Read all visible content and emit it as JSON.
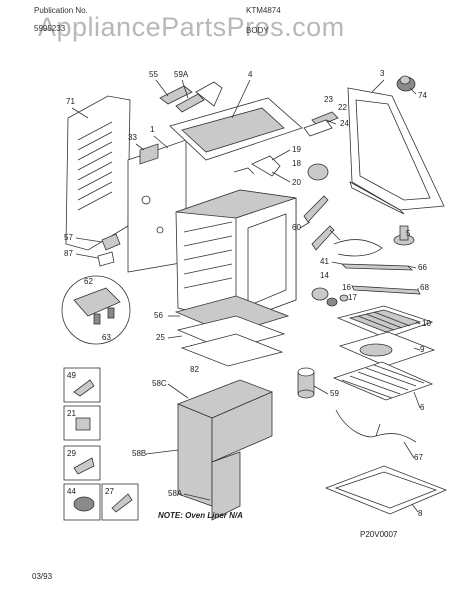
{
  "header": {
    "publication_label": "Publication No.",
    "publication_number": "5995233",
    "model": "KTM4874",
    "section": "BODY"
  },
  "watermark": "AppliancePartsPros.com",
  "labels": {
    "p1": "1",
    "p3": "3",
    "p4": "4",
    "p5": "5",
    "p6": "6",
    "p8": "8",
    "p9": "9",
    "p10": "10",
    "p14": "14",
    "p16": "16",
    "p17": "17",
    "p18": "18",
    "p19": "19",
    "p20": "20",
    "p21": "21",
    "p22": "22",
    "p23": "23",
    "p24": "24",
    "p25": "25",
    "p27": "27",
    "p29": "29",
    "p33": "33",
    "p41": "41",
    "p44": "44",
    "p49": "49",
    "p55": "55",
    "p56": "56",
    "p57": "57",
    "p58a": "58A",
    "p58b": "58B",
    "p58c": "58C",
    "p59": "59",
    "p59a": "59A",
    "p60": "60",
    "p62": "62",
    "p63": "63",
    "p66": "66",
    "p67": "67",
    "p68": "68",
    "p71": "71",
    "p74": "74",
    "p82": "82",
    "p87": "87"
  },
  "note": "NOTE: Oven Liner N/A",
  "diagram_code": "P20V0007",
  "date": "03/93"
}
